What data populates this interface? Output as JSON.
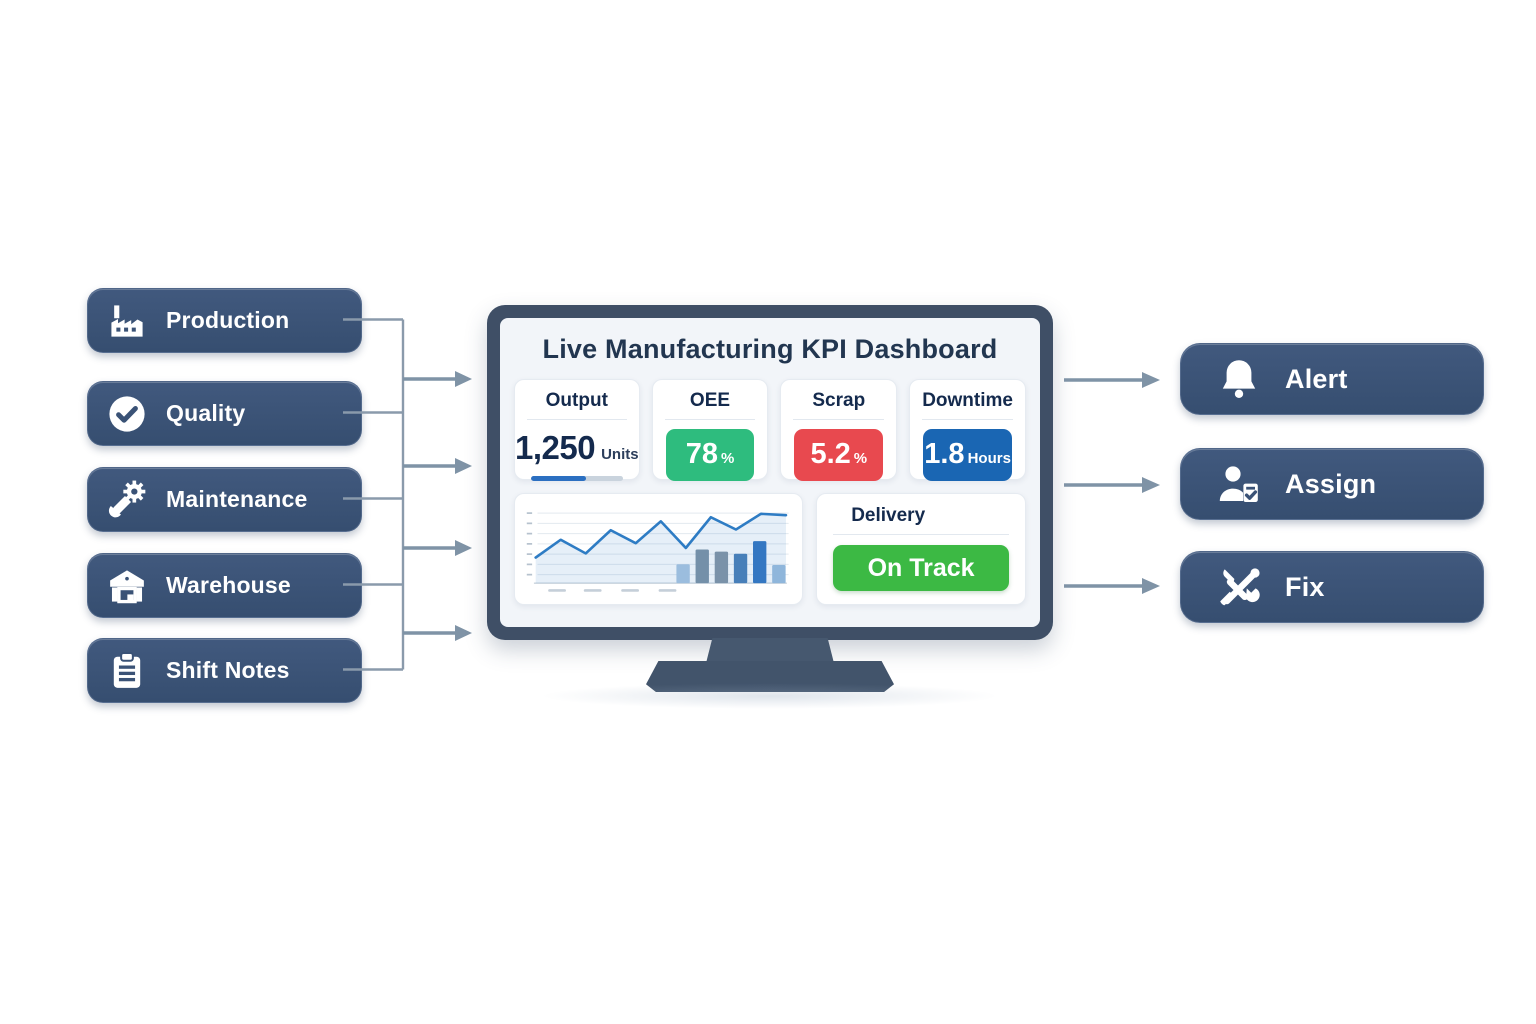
{
  "left_modules": [
    {
      "label": "Production",
      "icon": "factory-icon"
    },
    {
      "label": "Quality",
      "icon": "check-circle-icon"
    },
    {
      "label": "Maintenance",
      "icon": "wrench-gear-icon"
    },
    {
      "label": "Warehouse",
      "icon": "warehouse-icon"
    },
    {
      "label": "Shift Notes",
      "icon": "clipboard-icon"
    }
  ],
  "monitor": {
    "title": "Live Manufacturing KPI Dashboard",
    "kpis": [
      {
        "label": "Output",
        "value": "1,250",
        "unit": "Units",
        "style": "progress",
        "progress_pct": 60,
        "accent": "#2b6fc1"
      },
      {
        "label": "OEE",
        "value": "78",
        "unit": "%",
        "style": "badge",
        "accent": "#2ebc7e"
      },
      {
        "label": "Scrap",
        "value": "5.2",
        "unit": "%",
        "style": "badge",
        "accent": "#e8494f"
      },
      {
        "label": "Downtime",
        "value": "1.8",
        "unit": "Hours",
        "style": "badge",
        "accent": "#1a66b3"
      }
    ],
    "delivery": {
      "label": "Delivery",
      "status": "On Track",
      "accent": "#3cb944"
    },
    "chart_data": {
      "type": "line+bar",
      "title": "",
      "xlabel": "",
      "ylabel": "",
      "axes_labeled": false,
      "grid": true,
      "gridlines": 7,
      "line": {
        "color": "#2e7cc4",
        "area_opacity": 0.12,
        "values": [
          35,
          61,
          41,
          75,
          56,
          88,
          49,
          94,
          76,
          99,
          97
        ]
      },
      "bars": {
        "values": [
          27,
          48,
          45,
          42,
          60,
          26
        ],
        "colors": [
          "#aac7e2",
          "#7e93a6",
          "#8496a6",
          "#4a80b8",
          "#3577c2",
          "#9dbfde"
        ]
      },
      "x_tick_dashes": [
        26,
        66,
        108,
        150
      ]
    }
  },
  "right_actions": [
    {
      "label": "Alert",
      "icon": "bell-icon"
    },
    {
      "label": "Assign",
      "icon": "person-task-icon"
    },
    {
      "label": "Fix",
      "icon": "crossed-tools-icon"
    }
  ],
  "colors": {
    "pill_navy": "#3a5276",
    "monitor_bezel": "#3f4f66",
    "screen_bg": "#f2f5f9",
    "title_navy": "#223650",
    "arrow_gray": "#7f93a6",
    "oee_green": "#2ebc7e",
    "scrap_red": "#e8494f",
    "downtime_blue": "#1a66b3",
    "ontrack_green": "#3cb944",
    "line_blue": "#2e7cc4"
  }
}
